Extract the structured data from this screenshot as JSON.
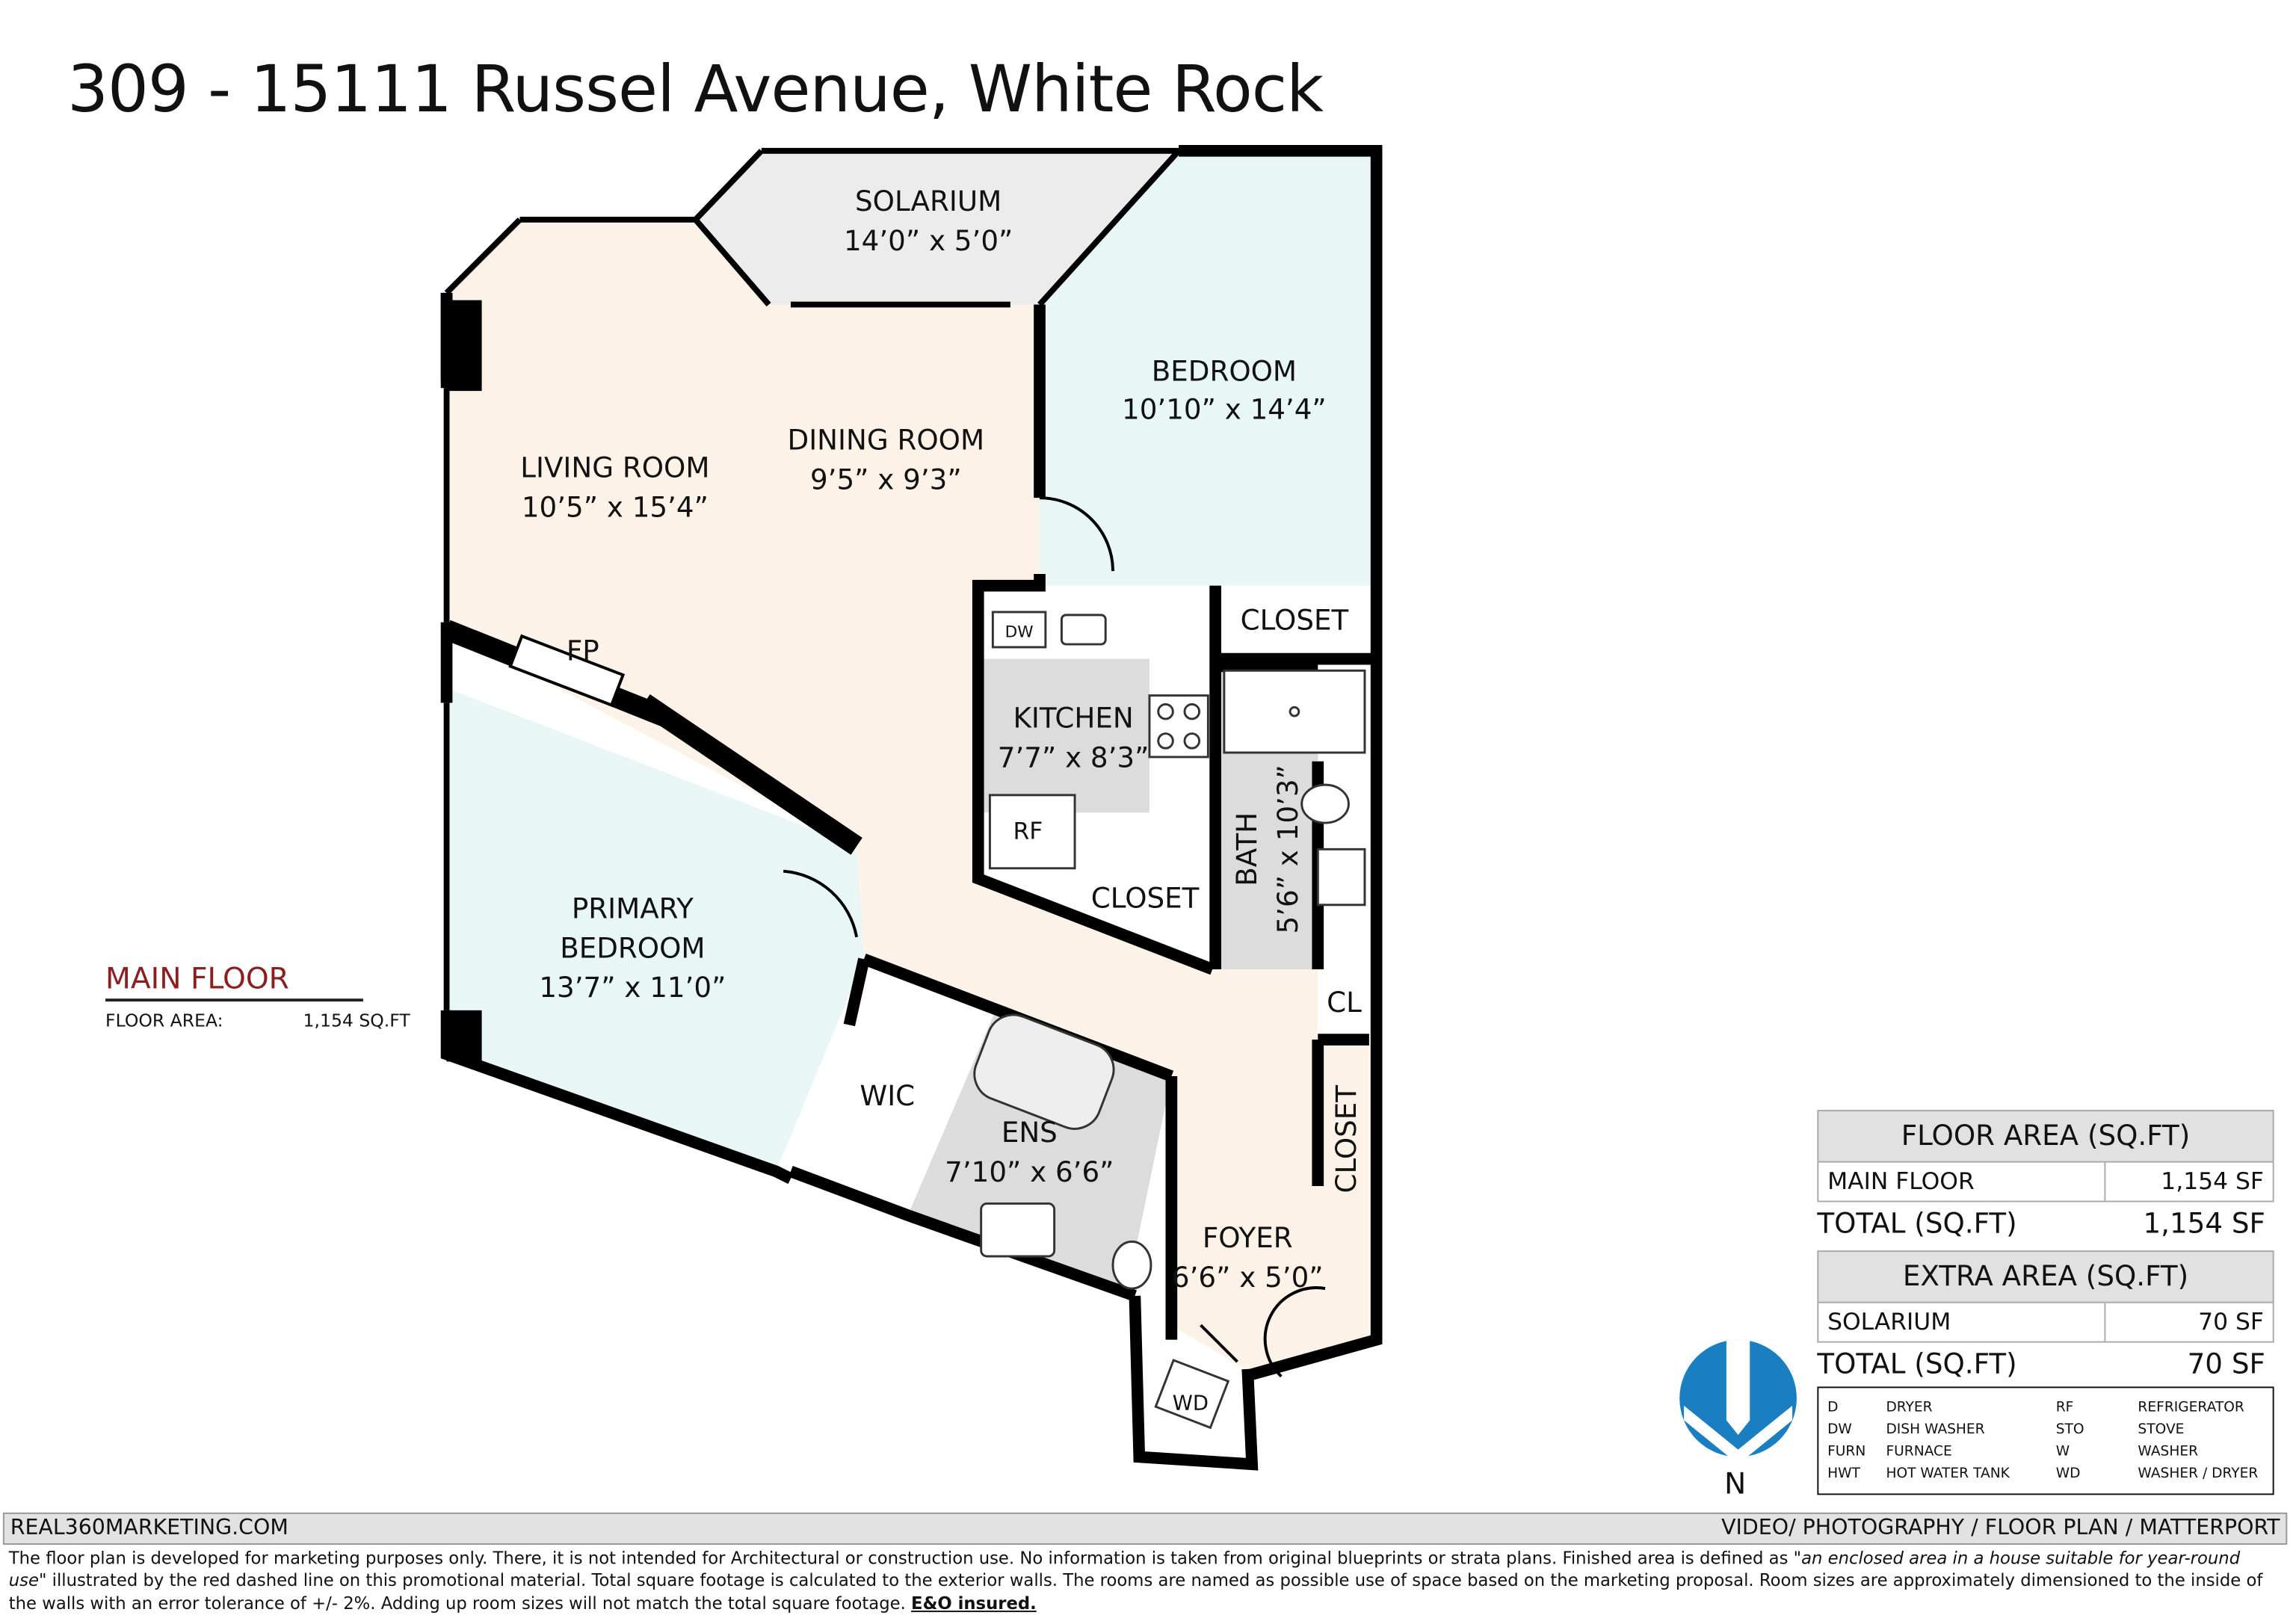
{
  "title": "309 - 15111 Russel Avenue, White Rock",
  "rooms": {
    "solarium": {
      "name": "SOLARIUM",
      "size": "14’0” x 5’0”"
    },
    "bedroom": {
      "name": "BEDROOM",
      "size": "10’10” x 14’4”"
    },
    "living": {
      "name": "LIVING ROOM",
      "size": "10’5” x 15’4”"
    },
    "dining": {
      "name": "DINING ROOM",
      "size": "9’5” x 9’3”"
    },
    "kitchen": {
      "name": "KITCHEN",
      "size": "7’7” x 8’3”"
    },
    "closet_bed": "CLOSET",
    "closet_hall": "CLOSET",
    "closet_foyer": "CLOSET",
    "cl": "CL",
    "bath": {
      "name": "BATH",
      "size": "5’6” x 10’3”"
    },
    "fp": "FP",
    "primary": {
      "name1": "PRIMARY",
      "name2": "BEDROOM",
      "size": "13’7” x 11’0”"
    },
    "wic": "WIC",
    "ens": {
      "name": "ENS",
      "size": "7’10” x 6’6”"
    },
    "foyer": {
      "name": "FOYER",
      "size": "6’6” x 5’0”"
    },
    "dw": "DW",
    "rf": "RF",
    "wd": "WD"
  },
  "main_floor": {
    "label": "MAIN FLOOR",
    "area_label": "FLOOR AREA:",
    "area_value": "1,154 SQ.FT"
  },
  "floor_area_table": {
    "header": "FLOOR AREA (SQ.FT)",
    "rows": [
      {
        "name": "MAIN FLOOR",
        "value": "1,154 SF"
      }
    ],
    "total_label": "TOTAL (SQ.FT)",
    "total_value": "1,154 SF"
  },
  "extra_area_table": {
    "header": "EXTRA AREA (SQ.FT)",
    "rows": [
      {
        "name": "SOLARIUM",
        "value": "70 SF"
      }
    ],
    "total_label": "TOTAL (SQ.FT)",
    "total_value": "70 SF"
  },
  "legend": [
    {
      "a": "D",
      "b": "DRYER",
      "c": "RF",
      "d": "REFRIGERATOR"
    },
    {
      "a": "DW",
      "b": "DISH WASHER",
      "c": "STO",
      "d": "STOVE"
    },
    {
      "a": "FURN",
      "b": "FURNACE",
      "c": "W",
      "d": "WASHER"
    },
    {
      "a": "HWT",
      "b": "HOT WATER TANK",
      "c": "WD",
      "d": "WASHER / DRYER"
    }
  ],
  "compass": {
    "label": "N",
    "color": "#1a7fc1"
  },
  "footer": {
    "left": "REAL360MARKETING.COM",
    "right": "VIDEO/ PHOTOGRAPHY / FLOOR PLAN / MATTERPORT",
    "disclaimer_1": "The floor plan is developed for marketing purposes only. There, it is not intended for Architectural or construction use. No information is  taken from original blueprints or strata plans. Finished area is defined as ",
    "disclaimer_quote": "\"an enclosed area in a house suitable for year-round use\"",
    "disclaimer_2": " illustrated by the red dashed line on this promotional material. Total square footage is calculated to the exterior walls. The rooms are named as possible use of space based on the marketing proposal. Room sizes are approximately dimensioned to the inside of the walls with an error tolerance of +/- 2%. Adding up room sizes will not match the total square footage. ",
    "eo": "E&O insured."
  },
  "colors": {
    "living": "#fdf2e8",
    "bedroom": "#e8f6f5",
    "wet": "#dcdcdc",
    "solarium": "#ececec",
    "accent_red": "#8b1f1f"
  }
}
